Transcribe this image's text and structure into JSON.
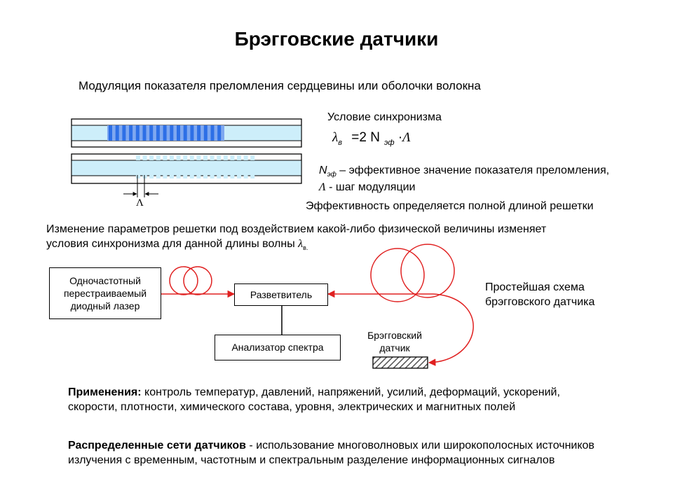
{
  "slide": {
    "title": "Брэгговские датчики",
    "subtitle": "Модуляция показателя преломления сердцевины или оболочки волокна",
    "sync_title": "Условие синхронизма",
    "formula": {
      "lambda": "λ",
      "lambda_sub": "в",
      "eq": "=2 N",
      "n_sub": "эф",
      "dot": "·",
      "period": "Λ"
    },
    "neff_def": {
      "sym": "N",
      "sub": "эф",
      "text": " – эффективное значение показателя преломления,"
    },
    "period_def": {
      "sym": "Λ",
      "text": " - шаг модуляции"
    },
    "efficiency": "Эффективность определяется полной длиной решетки",
    "period_label": "Λ",
    "change_text_1": "Изменение параметров решетки под воздействием какой-либо физической величины изменяет",
    "change_text_2": "условия синхронизма для данной длины волны",
    "change_lambda": "λ",
    "change_sub": "в.",
    "schema": {
      "laser": "Одночастотный перестраиваемый диодный лазер",
      "splitter": "Разветвитель",
      "analyzer": "Анализатор спектра",
      "sensor": "Брэгговский датчик",
      "caption": "Простейшая схема брэгговского датчика"
    },
    "applications": {
      "label": "Применения:",
      "text": " контроль температур, давлений, напряжений, усилий, деформаций, ускорений, скорости, плотности, химического состава, уровня, электрических и магнитных полей"
    },
    "networks": {
      "label": "Распределенные сети датчиков",
      "text": " - использование многоволновых или широкополосных источников излучения с временным, частотным и спектральным разделение информационных сигналов"
    },
    "colors": {
      "core": "#cdeefa",
      "grating": "#2d6fe6",
      "fiber_loop": "#e02020",
      "sensor_hatch": "#555555"
    }
  }
}
